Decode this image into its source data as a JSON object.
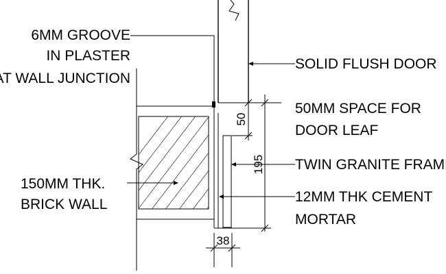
{
  "labels": {
    "groove_line1": "6MM GROOVE",
    "groove_line2": "IN PLASTER",
    "groove_line3": "AT WALL JUNCTION",
    "door": "SOLID FLUSH DOOR",
    "space_line1": "50MM SPACE FOR",
    "space_line2": "DOOR LEAF",
    "frame": "TWIN GRANITE FRAME",
    "mortar_line1": "12MM THK CEMENT",
    "mortar_line2": "MORTAR",
    "wall_line1": "150MM THK.",
    "wall_line2": "BRICK WALL"
  },
  "dimensions": {
    "space": "50",
    "frame_depth": "195",
    "frame_width": "38"
  }
}
